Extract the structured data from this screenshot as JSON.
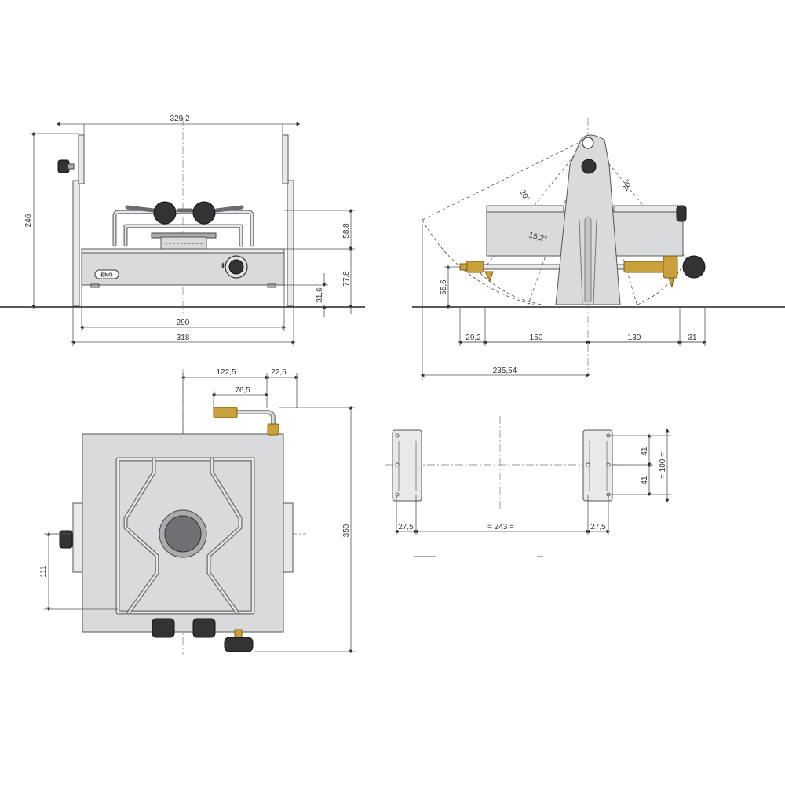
{
  "front_view": {
    "width_top": "329,2",
    "height_total": "246",
    "burner_height": "58,8",
    "body_height": "77,8",
    "foot_height": "31,6",
    "inner_width": "290",
    "outer_width": "318",
    "logo": "ENO"
  },
  "side_view": {
    "angle_left": "20°",
    "angle_right": "20°",
    "angle_mid": "15,2°",
    "valve_height": "55,6",
    "seg_1": "29,2",
    "seg_2": "150",
    "seg_3": "130",
    "seg_4": "31",
    "overall": "235,54"
  },
  "top_view": {
    "dim_offset": "122,5",
    "dim_pipe": "22,5",
    "dim_fitting": "76,5",
    "depth": "350",
    "bracket_height": "111"
  },
  "bracket_view": {
    "left_width": "27,5",
    "span": "= 243 =",
    "right_width": "27,5",
    "hole_upper": "41",
    "hole_lower": "41",
    "total_height": "= 100 ="
  },
  "colors": {
    "steel": "#d9dadc",
    "knob": "#333333",
    "brass": "#c8a03c"
  }
}
